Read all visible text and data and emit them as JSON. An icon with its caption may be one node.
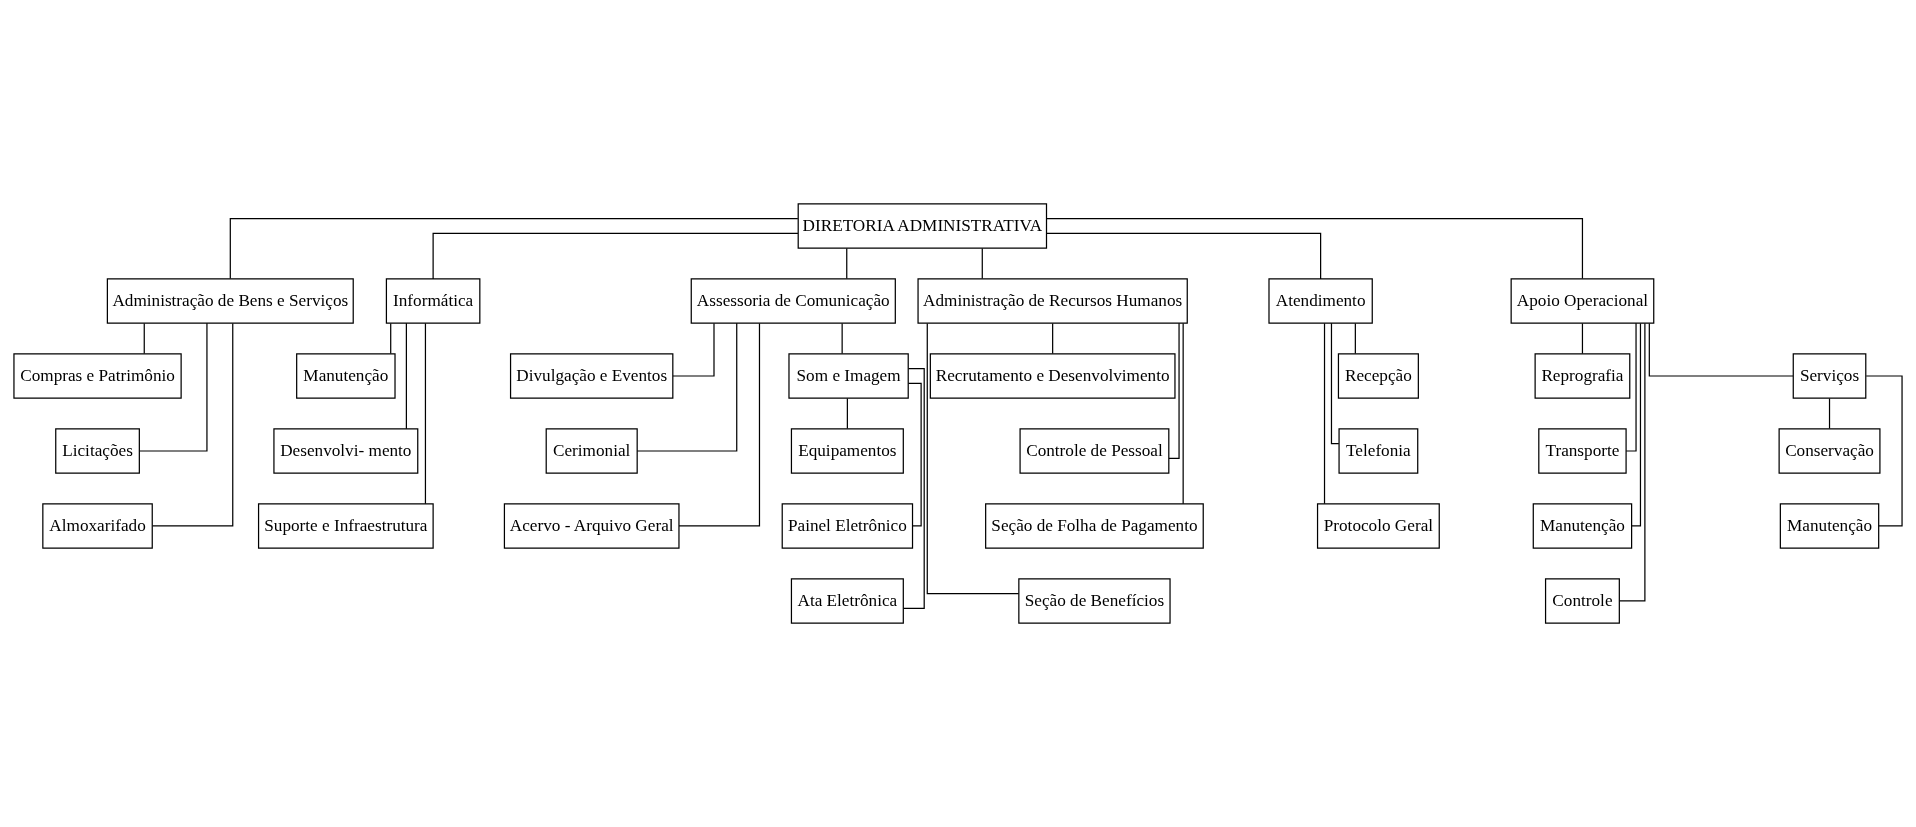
{
  "diagram": {
    "nodes": [
      {
        "text": [
          "DIRETORIA ADMINISTRATIVA"
        ]
      },
      {
        "text": [
          "Administração de Bens e Serviços"
        ]
      },
      {
        "text": [
          "Informática"
        ]
      },
      {
        "text": [
          "Assessoria de Comunicação"
        ]
      },
      {
        "text": [
          "Administração de Recursos Humanos"
        ]
      },
      {
        "text": [
          "Atendimento"
        ]
      },
      {
        "text": [
          "Apoio Operacional"
        ]
      },
      {
        "text": [
          "Compras e Patrimônio"
        ]
      },
      {
        "text": [
          "Licitações"
        ]
      },
      {
        "text": [
          "Almoxarifado"
        ]
      },
      {
        "text": [
          "Manutenção"
        ]
      },
      {
        "text": [
          "Desenvolvi- mento"
        ]
      },
      {
        "text": [
          "Suporte e Infraestrutura"
        ]
      },
      {
        "text": [
          "Divulgação e Eventos"
        ]
      },
      {
        "text": [
          "Cerimonial"
        ]
      },
      {
        "text": [
          "Acervo - Arquivo Geral"
        ]
      },
      {
        "text": [
          "Som e Imagem"
        ]
      },
      {
        "text": [
          "Equipamentos"
        ]
      },
      {
        "text": [
          "Painel Eletrônico"
        ]
      },
      {
        "text": [
          "Ata Eletrônica"
        ]
      },
      {
        "text": [
          "Recrutamento e Desenvolvimento"
        ]
      },
      {
        "text": [
          "Controle de Pessoal"
        ]
      },
      {
        "text": [
          "Seção de Folha de Pagamento"
        ]
      },
      {
        "text": [
          "Seção de Benefícios"
        ]
      },
      {
        "text": [
          "Recepção"
        ]
      },
      {
        "text": [
          "Telefonia"
        ]
      },
      {
        "text": [
          "Protocolo Geral"
        ]
      },
      {
        "text": [
          "Reprografia"
        ]
      },
      {
        "text": [
          "Transporte"
        ]
      },
      {
        "text": [
          "Manutenção"
        ]
      },
      {
        "text": [
          "Controle"
        ]
      },
      {
        "text": [
          "Serviços"
        ]
      },
      {
        "text": [
          "Conservação"
        ]
      },
      {
        "text": [
          "Manutenção"
        ]
      }
    ],
    "edges": [
      {
        "from": 0,
        "to": 1,
        "arrow": "none"
      },
      {
        "from": 0,
        "to": 2,
        "arrow": "none"
      },
      {
        "from": 0,
        "to": 3,
        "arrow": "none"
      },
      {
        "from": 0,
        "to": 4,
        "arrow": "none"
      },
      {
        "from": 0,
        "to": 5,
        "arrow": "none"
      },
      {
        "from": 0,
        "to": 6,
        "arrow": "none"
      },
      {
        "from": 1,
        "to": 7,
        "arrow": "none"
      },
      {
        "from": 1,
        "to": 8,
        "arrow": "none"
      },
      {
        "from": 1,
        "to": 9,
        "arrow": "none"
      },
      {
        "from": 2,
        "to": 10,
        "arrow": "none"
      },
      {
        "from": 2,
        "to": 11,
        "arrow": "none"
      },
      {
        "from": 2,
        "to": 12,
        "arrow": "none"
      },
      {
        "from": 3,
        "to": 13,
        "arrow": "none"
      },
      {
        "from": 3,
        "to": 14,
        "arrow": "none"
      },
      {
        "from": 3,
        "to": 15,
        "arrow": "none"
      },
      {
        "from": 3,
        "to": 16,
        "arrow": "none"
      },
      {
        "from": 16,
        "to": 17,
        "arrow": "none"
      },
      {
        "from": 16,
        "to": 18,
        "arrow": "none"
      },
      {
        "from": 16,
        "to": 19,
        "arrow": "none"
      },
      {
        "from": 4,
        "to": 20,
        "arrow": "none"
      },
      {
        "from": 4,
        "to": 21,
        "arrow": "none"
      },
      {
        "from": 4,
        "to": 22,
        "arrow": "none"
      },
      {
        "from": 4,
        "to": 23,
        "arrow": "none"
      },
      {
        "from": 5,
        "to": 24,
        "arrow": "none"
      },
      {
        "from": 5,
        "to": 25,
        "arrow": "none"
      },
      {
        "from": 5,
        "to": 26,
        "arrow": "none"
      },
      {
        "from": 6,
        "to": 27,
        "arrow": "none"
      },
      {
        "from": 6,
        "to": 28,
        "arrow": "none"
      },
      {
        "from": 6,
        "to": 29,
        "arrow": "none"
      },
      {
        "from": 6,
        "to": 30,
        "arrow": "none"
      },
      {
        "from": 6,
        "to": 31,
        "arrow": "none"
      },
      {
        "from": 31,
        "to": 32,
        "arrow": "none"
      },
      {
        "from": 31,
        "to": 33,
        "arrow": "none"
      }
    ]
  }
}
